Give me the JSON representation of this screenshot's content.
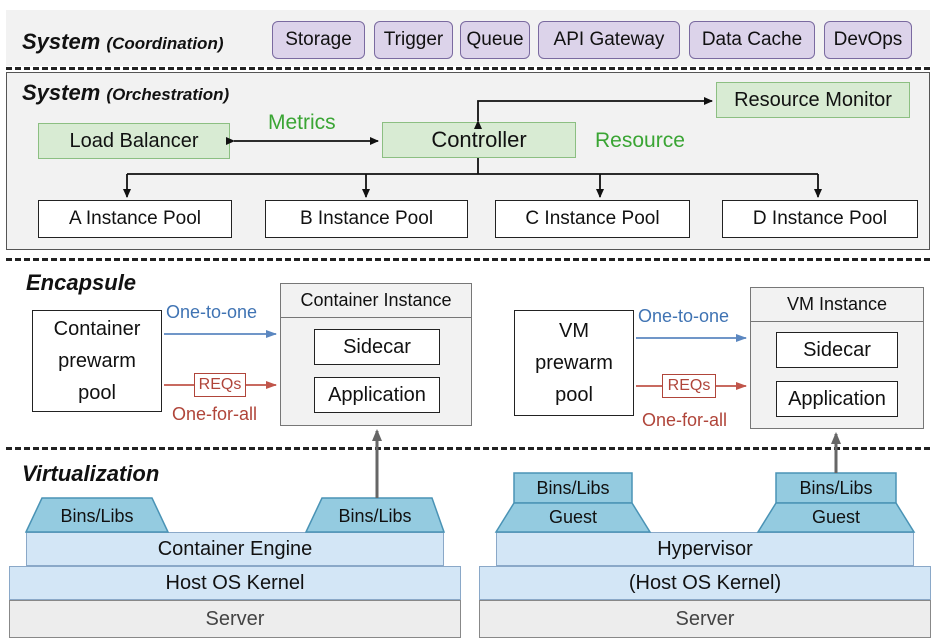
{
  "coordination": {
    "title": "System",
    "subtitle": "(Coordination)",
    "services": [
      "Storage",
      "Trigger",
      "Queue",
      "API Gateway",
      "Data Cache",
      "DevOps"
    ]
  },
  "orchestration": {
    "title": "System",
    "subtitle": "(Orchestration)",
    "load_balancer": "Load Balancer",
    "controller": "Controller",
    "resource_monitor": "Resource Monitor",
    "metrics_label": "Metrics",
    "resource_label": "Resource",
    "pools": [
      "A Instance Pool",
      "B Instance Pool",
      "C Instance Pool",
      "D Instance Pool"
    ]
  },
  "encapsule": {
    "title": "Encapsule",
    "container": {
      "prewarm": [
        "Container",
        "prewarm",
        "pool"
      ],
      "instance_title": "Container Instance",
      "sidecar": "Sidecar",
      "application": "Application",
      "one_to_one": "One-to-one",
      "reqs": "REQs",
      "one_for_all": "One-for-all"
    },
    "vm": {
      "prewarm": [
        "VM",
        "prewarm",
        "pool"
      ],
      "instance_title": "VM Instance",
      "sidecar": "Sidecar",
      "application": "Application",
      "one_to_one": "One-to-one",
      "reqs": "REQs",
      "one_for_all": "One-for-all"
    }
  },
  "virtualization": {
    "title": "Virtualization",
    "container_side": {
      "bins_left": "Bins/Libs",
      "bins_right": "Bins/Libs",
      "engine": "Container Engine",
      "kernel": "Host OS Kernel",
      "server": "Server"
    },
    "vm_side": {
      "bins_left": "Bins/Libs",
      "guest_left": "Guest",
      "bins_right": "Bins/Libs",
      "guest_right": "Guest",
      "hypervisor": "Hypervisor",
      "kernel": "(Host OS Kernel)",
      "server": "Server"
    }
  },
  "colors": {
    "metrics_green": "#3aa534",
    "one_to_one_blue": "#3f73b3",
    "one_for_all_red": "#b0453a"
  }
}
